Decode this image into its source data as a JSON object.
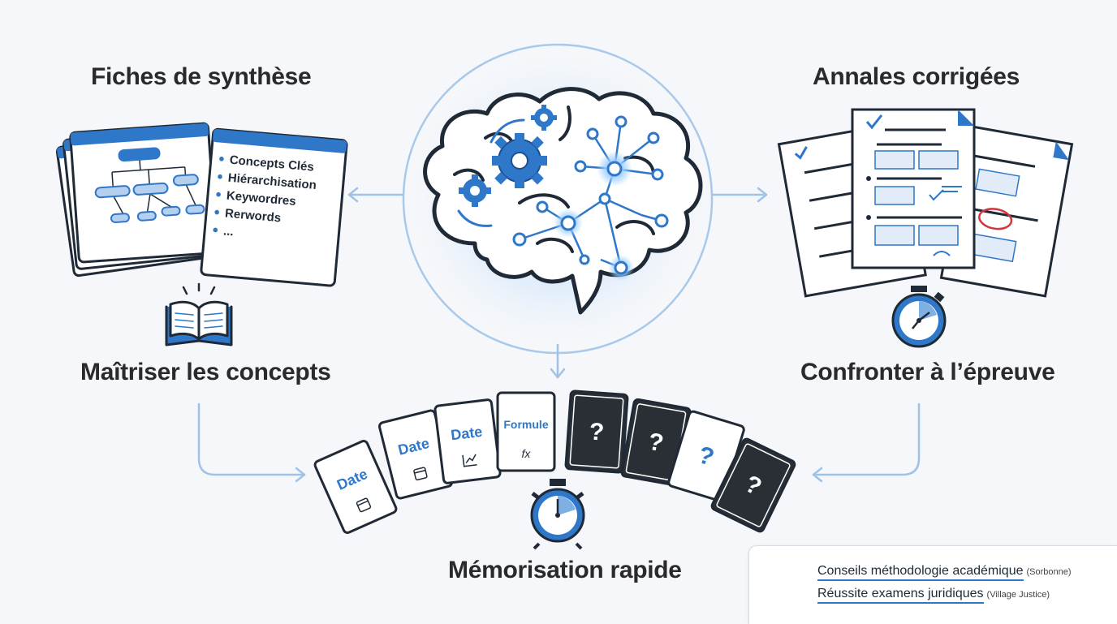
{
  "titles": {
    "fiches": "Fiches de synthèse",
    "annales": "Annales corrigées",
    "maitriser": "Maîtriser les concepts",
    "confronter": "Confronter à l’épreuve",
    "memorisation": "Mémorisation rapide"
  },
  "fiche_list": [
    "Concepts Clés",
    "Hiérarchisation",
    "Keywordres",
    "Rerwords",
    "..."
  ],
  "cards": [
    {
      "label": "Date",
      "icon": "calendar-icon",
      "dark": false
    },
    {
      "label": "Date",
      "icon": "calculator-icon",
      "dark": false
    },
    {
      "label": "Date",
      "icon": "chart-icon",
      "dark": false
    },
    {
      "label": "Formule",
      "icon": "fx-icon",
      "dark": false
    },
    {
      "label": "?",
      "dark": true
    },
    {
      "label": "?",
      "dark": true
    },
    {
      "label": "?",
      "dark": false
    },
    {
      "label": "?",
      "dark": true
    }
  ],
  "fx_symbol": "fx",
  "links": [
    {
      "text": "Conseils méthodologie académique",
      "source": "(Sorbonne)"
    },
    {
      "text": "Réussite examens juridiques",
      "source": "(Village Justice)"
    }
  ],
  "colors": {
    "accent": "#2e77c9",
    "dark_blue": "#1e4f91",
    "ink": "#1f2a36",
    "arrow": "#9fc3e6",
    "red": "#d0363b"
  }
}
